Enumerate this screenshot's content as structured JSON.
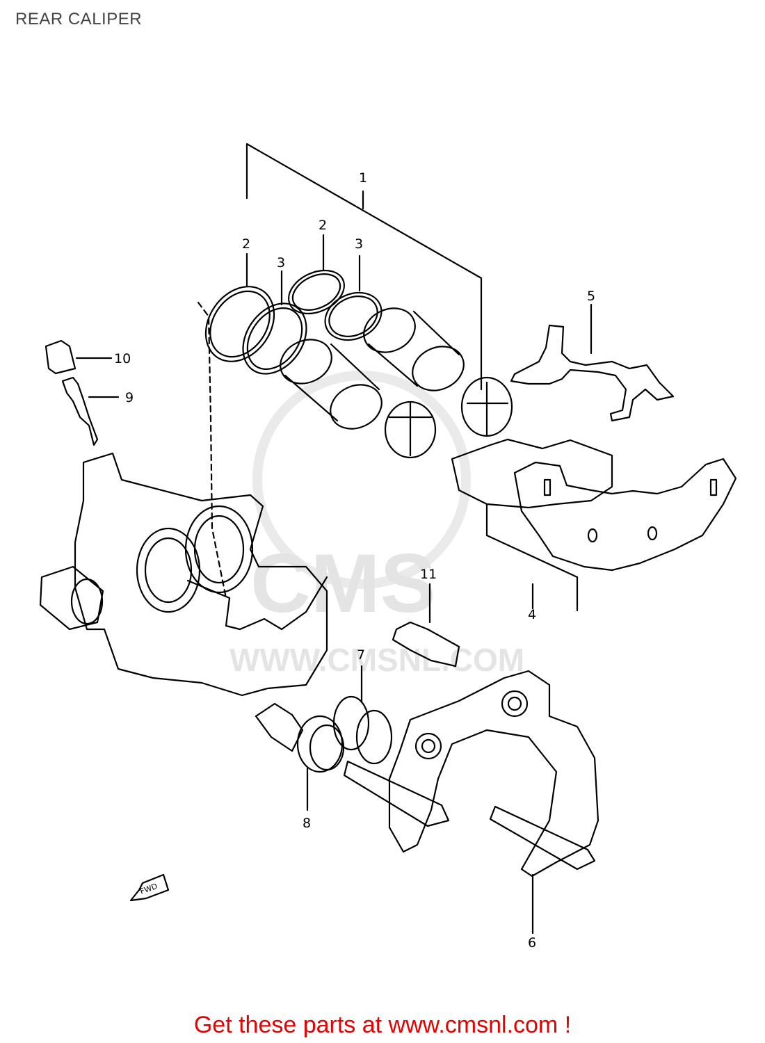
{
  "header": {
    "title": "REAR CALIPER"
  },
  "diagram": {
    "part_labels": [
      "1",
      "2",
      "2",
      "3",
      "3",
      "4",
      "5",
      "6",
      "7",
      "8",
      "9",
      "10",
      "11"
    ],
    "fwd_label": "FWD",
    "watermark": {
      "logo_text": "CMS",
      "url_text": "WWW.CMSNL.COM"
    }
  },
  "footer": {
    "link_text": "Get these parts at www.cmsnl.com !",
    "link_color": "#e60000"
  }
}
